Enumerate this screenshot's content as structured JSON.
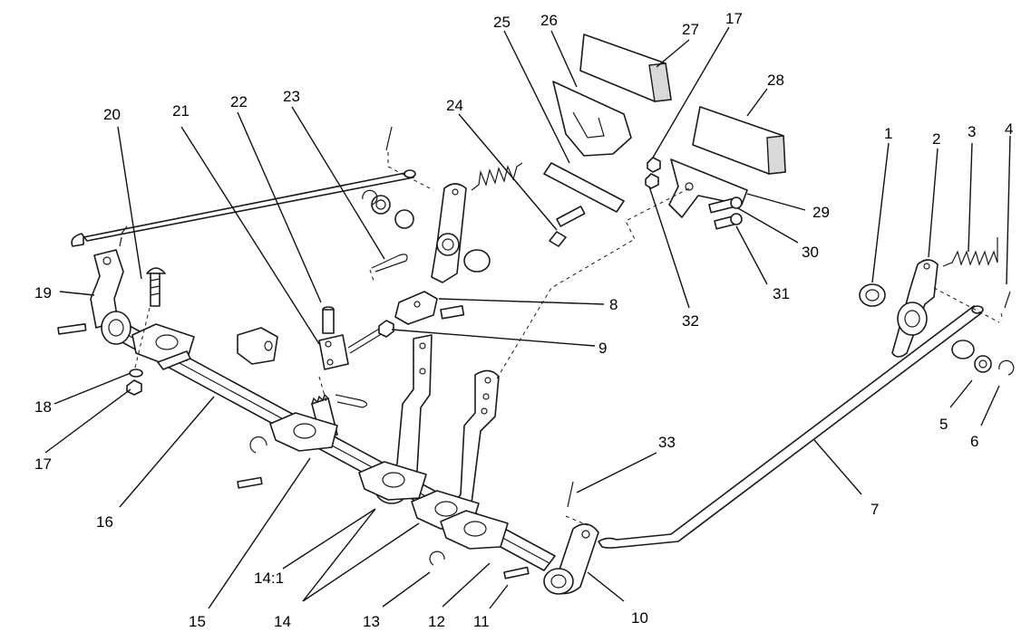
{
  "callouts": {
    "c1": "1",
    "c2": "2",
    "c3": "3",
    "c4": "4",
    "c5": "5",
    "c6": "6",
    "c7": "7",
    "c8": "8",
    "c9": "9",
    "c10": "10",
    "c11": "11",
    "c12": "12",
    "c13": "13",
    "c14": "14",
    "c14_1": "14:1",
    "c15": "15",
    "c16": "16",
    "c17a": "17",
    "c17b": "17",
    "c18": "18",
    "c19": "19",
    "c20": "20",
    "c21": "21",
    "c22": "22",
    "c23": "23",
    "c24": "24",
    "c25": "25",
    "c26": "26",
    "c27": "27",
    "c28": "28",
    "c29": "29",
    "c30": "30",
    "c31": "31",
    "c32": "32",
    "c33": "33"
  }
}
